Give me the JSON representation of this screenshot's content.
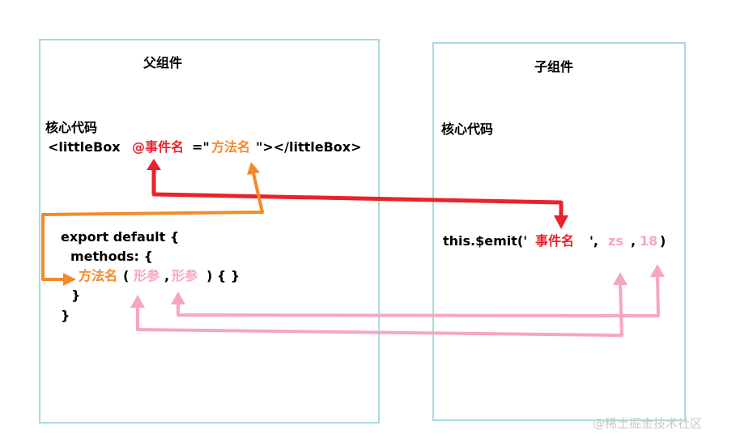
{
  "parent": {
    "title": "父组件",
    "core_label": "核心代码",
    "tag_open": "<littleBox",
    "at_event": "@事件名",
    "eq_quote": "=\"",
    "method_name": "方法名",
    "tag_close": "\"></littleBox>",
    "code_export": "export default {",
    "code_methods": "methods: {",
    "code_method": "方法名",
    "code_paren_open": "(",
    "code_param1": "形参",
    "code_comma": ",",
    "code_param2": "形参",
    "code_tail": ") { }",
    "code_close1": "}",
    "code_close2": "}"
  },
  "child": {
    "title": "子组件",
    "core_label": "核心代码",
    "emit_prefix": "this.$emit('",
    "emit_event": "事件名",
    "emit_sep1": "',",
    "emit_arg1": "zs",
    "emit_sep2": ",",
    "emit_arg2": "18",
    "emit_suffix": ")"
  },
  "watermark": "@稀土掘金技术社区",
  "colors": {
    "box_border": "#a8dadf",
    "red_arrow": "#e8232c",
    "orange_arrow": "#f28a2a",
    "pink_arrow": "#f5a6c2"
  }
}
